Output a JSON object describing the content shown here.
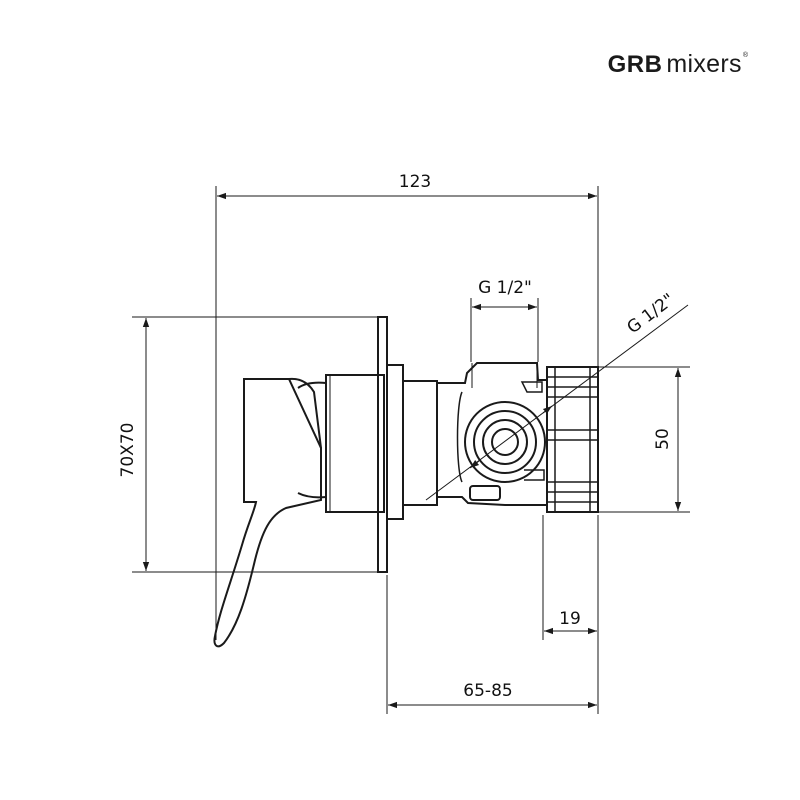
{
  "brand": {
    "name_bold": "GRB",
    "name_light": "mixers",
    "registered_mark": "®"
  },
  "dimensions": {
    "overall_width": "123",
    "plate_size": "70X70",
    "outlet_thread": "G 1/2\"",
    "inlet_thread": "G 1/2\"",
    "body_height": "50",
    "body_depth": "19",
    "install_depth": "65-85"
  },
  "colors": {
    "line": "#1a1a1a",
    "background": "#ffffff"
  }
}
